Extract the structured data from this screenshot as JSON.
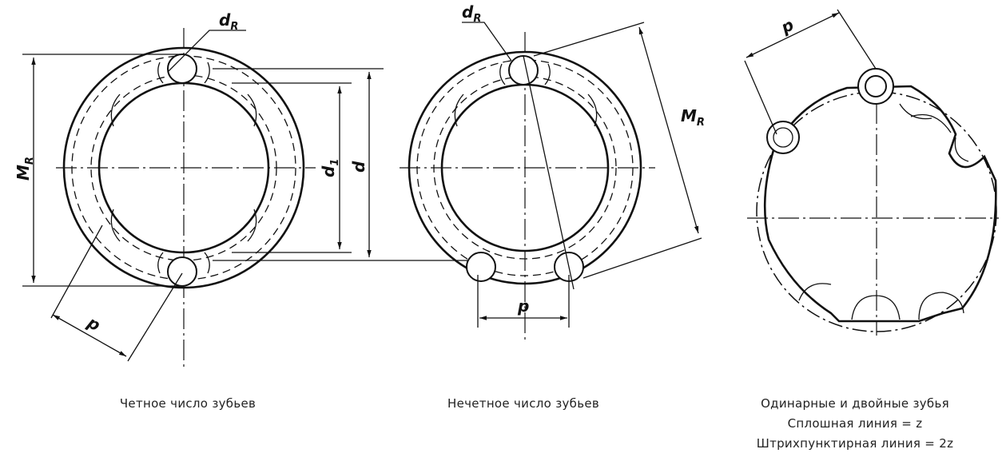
{
  "figures": [
    {
      "id": "even",
      "caption": "Четное число зубьев",
      "labels": {
        "dR": "d",
        "dR_sub": "R",
        "MR": "M",
        "MR_sub": "R",
        "d1": "d",
        "d1_sub": "1",
        "d": "d",
        "p": "p"
      }
    },
    {
      "id": "odd",
      "caption": "Нечетное число зубьев",
      "labels": {
        "dR": "d",
        "dR_sub": "R",
        "MR": "M",
        "MR_sub": "R",
        "p": "p"
      }
    },
    {
      "id": "single-double",
      "caption_lines": [
        "Одинарные и двойные зубья",
        "Сплошная линия = z",
        "Штрихпунктирная линия = 2z"
      ],
      "labels": {
        "p": "p"
      }
    }
  ]
}
